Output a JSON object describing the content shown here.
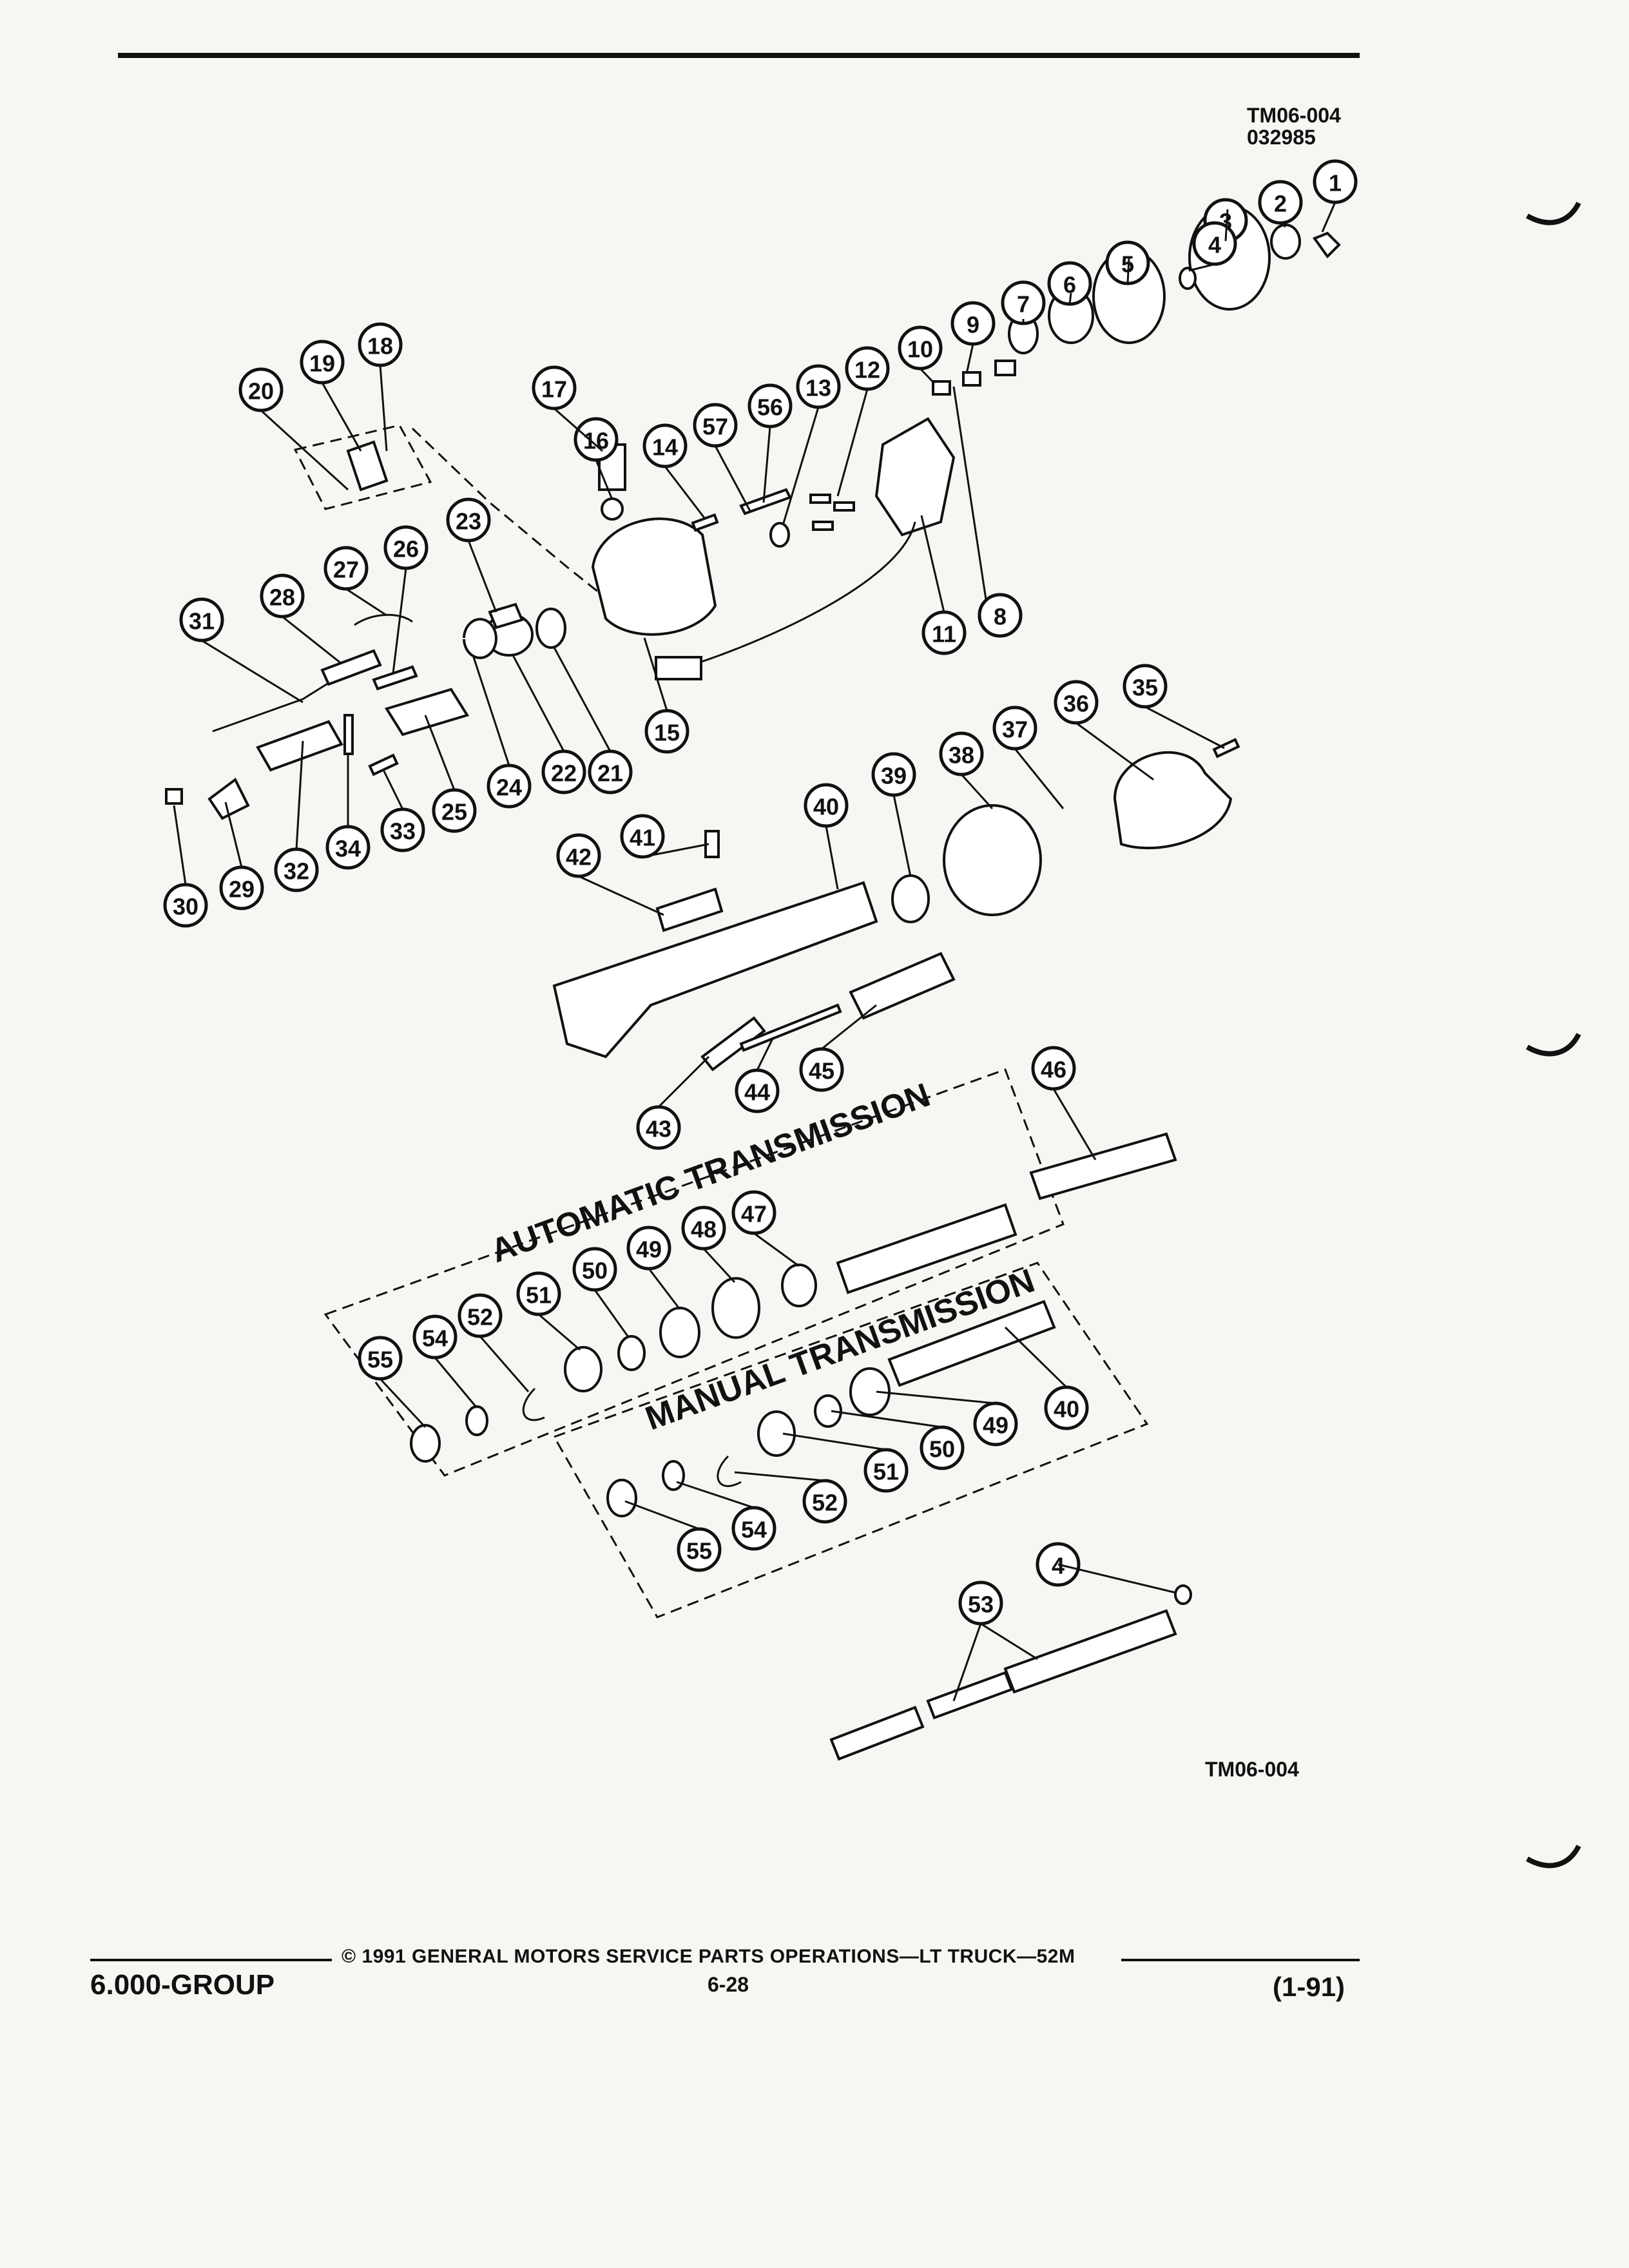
{
  "header": {
    "code_top_line1": "TM06-004",
    "code_top_line2": "032985"
  },
  "diagram": {
    "code_bottom": "TM06-004",
    "section_automatic": "AUTOMATIC TRANSMISSION",
    "section_manual": "MANUAL TRANSMISSION",
    "callouts": [
      "1",
      "2",
      "3",
      "4",
      "5",
      "6",
      "7",
      "8",
      "9",
      "10",
      "11",
      "12",
      "13",
      "14",
      "15",
      "16",
      "17",
      "18",
      "19",
      "20",
      "21",
      "22",
      "23",
      "24",
      "25",
      "26",
      "27",
      "28",
      "29",
      "30",
      "31",
      "32",
      "33",
      "34",
      "35",
      "36",
      "37",
      "38",
      "39",
      "40",
      "41",
      "42",
      "43",
      "44",
      "45",
      "46",
      "47",
      "48",
      "49",
      "50",
      "51",
      "52",
      "53",
      "54",
      "55",
      "56",
      "57"
    ]
  },
  "footer": {
    "group": "6.000-GROUP",
    "copyright": "© 1991 GENERAL MOTORS SERVICE PARTS OPERATIONS—LT TRUCK—52M",
    "page": "6-28",
    "date": "(1-91)"
  }
}
